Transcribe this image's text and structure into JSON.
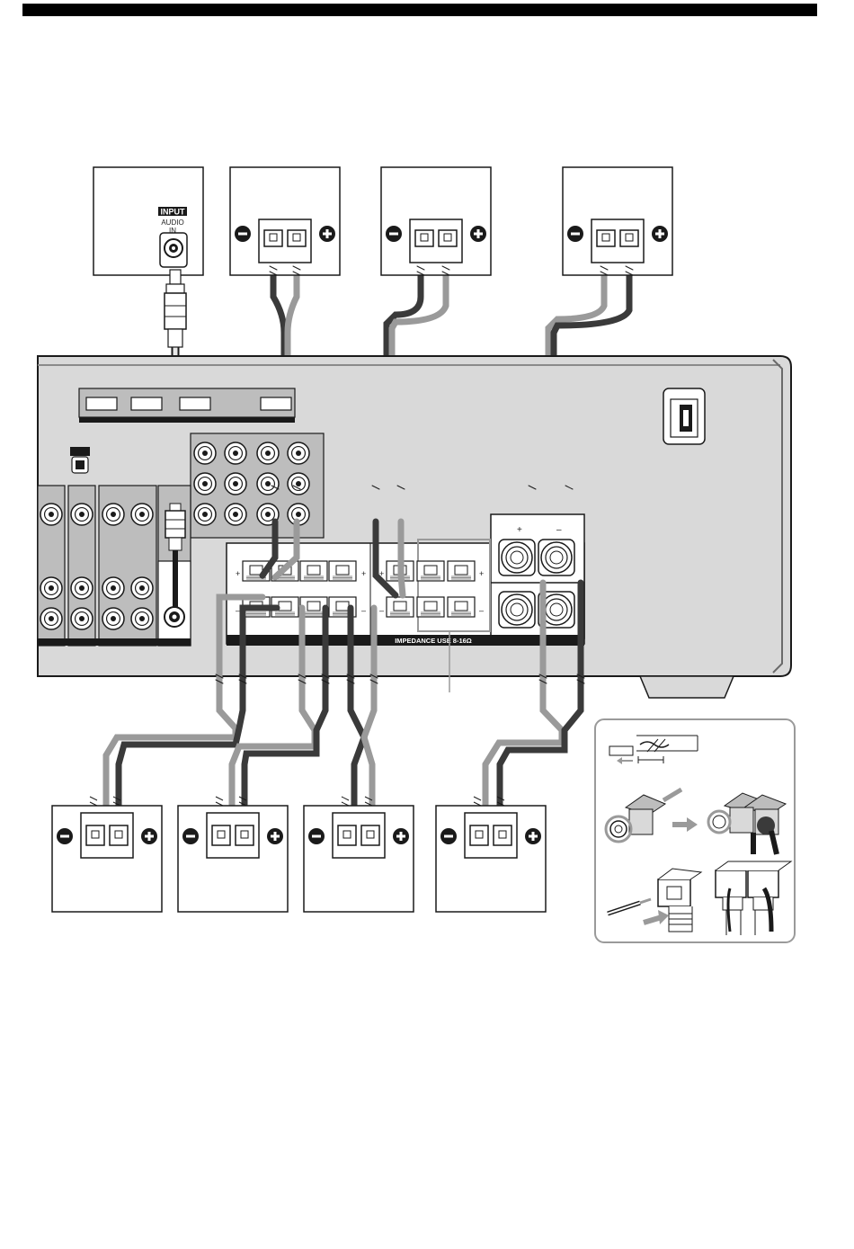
{
  "subwoofer": {
    "input_label": "INPUT",
    "audio_in_line1": "AUDIO",
    "audio_in_line2": "IN"
  },
  "receiver": {
    "impedance_label": "IMPEDANCE USE 8-16Ω",
    "plus_sign": "+",
    "minus_sign": "–"
  },
  "colors": {
    "panel": "#d9d9d9",
    "panel_dark": "#bdbdbd",
    "cable_dark": "#3a3a3a",
    "cable_light": "#9a9a9a",
    "outline": "#1a1a1a"
  }
}
